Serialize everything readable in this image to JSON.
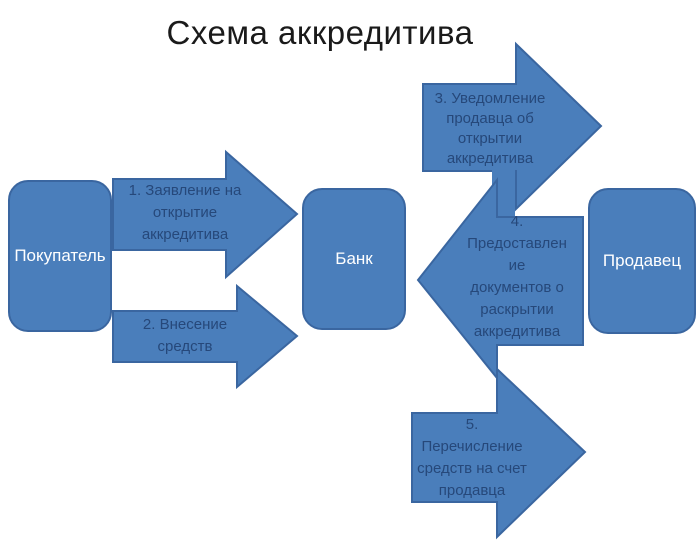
{
  "title": "Схема аккредитива",
  "colors": {
    "background": "#ffffff",
    "shape_fill": "#4a7ebb",
    "shape_border": "#3a66a0",
    "node_text": "#ffffff",
    "arrow_text": "#26487a",
    "title_text": "#1a1a1a"
  },
  "nodes": {
    "buyer": {
      "label": "Покупатель"
    },
    "bank": {
      "label": "Банк"
    },
    "seller": {
      "label": "Продавец"
    }
  },
  "arrows": [
    {
      "step": "1",
      "from": "Покупатель",
      "to": "Банк",
      "direction": "right",
      "lines": [
        "1. Заявление на",
        "открытие",
        "аккредитива"
      ]
    },
    {
      "step": "2",
      "from": "Покупатель",
      "to": "Банк",
      "direction": "right",
      "lines": [
        "2. Внесение",
        "средств"
      ]
    },
    {
      "step": "3",
      "from": "Банк",
      "to": "Продавец",
      "direction": "right",
      "lines": [
        "3. Уведомление",
        "продавца об",
        "открытии",
        "аккредитива"
      ]
    },
    {
      "step": "4",
      "from": "Продавец",
      "to": "Банк",
      "direction": "left",
      "lines": [
        "4.",
        "Предоставлен",
        "ие",
        "документов о",
        "раскрытии",
        "аккредитива"
      ]
    },
    {
      "step": "5",
      "from": "Банк",
      "to": "Продавец",
      "direction": "right",
      "lines": [
        "5.",
        "Перечисление",
        "средств на счет",
        "продавца"
      ]
    }
  ]
}
